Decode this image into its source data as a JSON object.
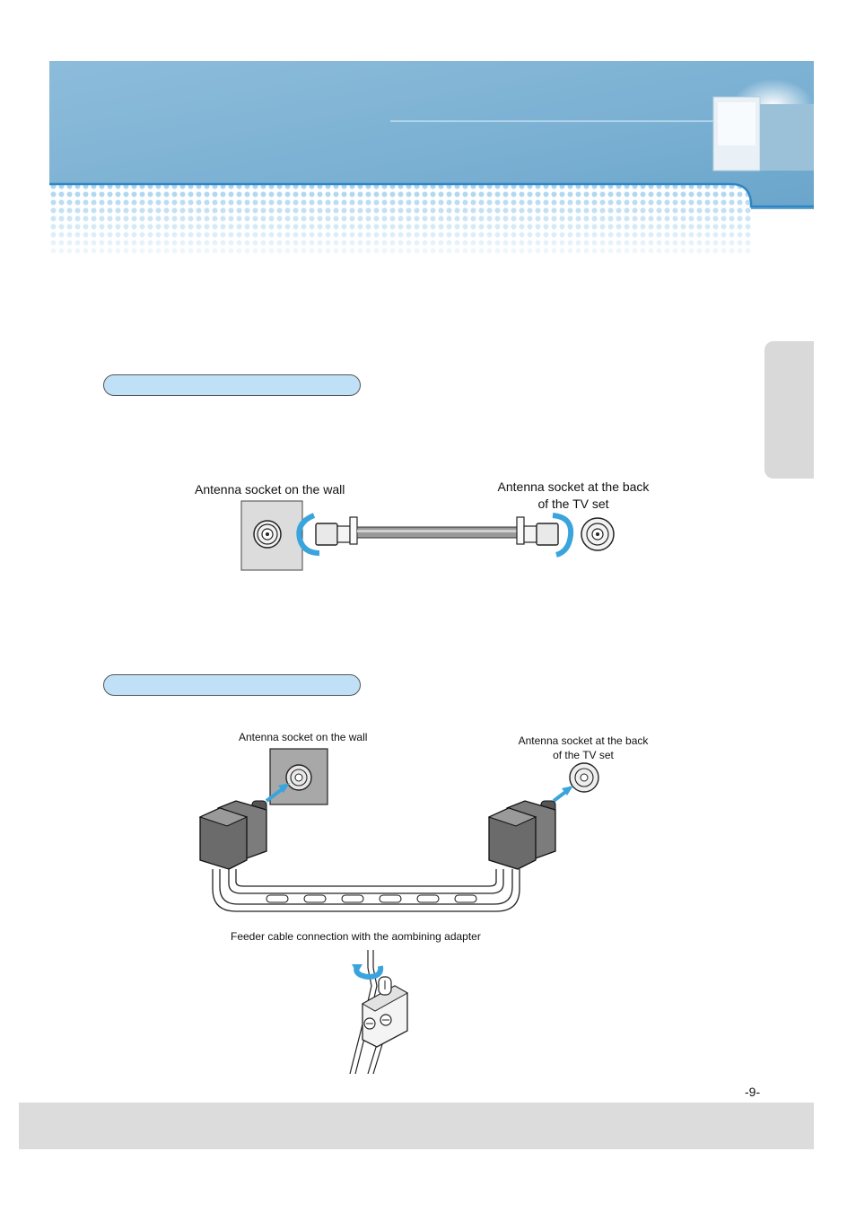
{
  "section1": {
    "wall_label": "Antenna socket on the wall",
    "tv_label_line1": "Antenna socket at the back",
    "tv_label_line2": "of the TV set"
  },
  "section2": {
    "wall_label": "Antenna socket on the wall",
    "tv_label_line1": "Antenna socket at the back",
    "tv_label_line2": "of the TV set",
    "feeder_caption": "Feeder cable connection with the aombining adapter"
  },
  "footer": {
    "page_number": "-9-"
  },
  "colors": {
    "banner_blue": "#7fb2d3",
    "pill_fill": "#bfe0f6",
    "arrow_blue": "#3aa4dc",
    "side_tab": "#d9d9d9",
    "footer_bar": "#dcdcdc"
  }
}
